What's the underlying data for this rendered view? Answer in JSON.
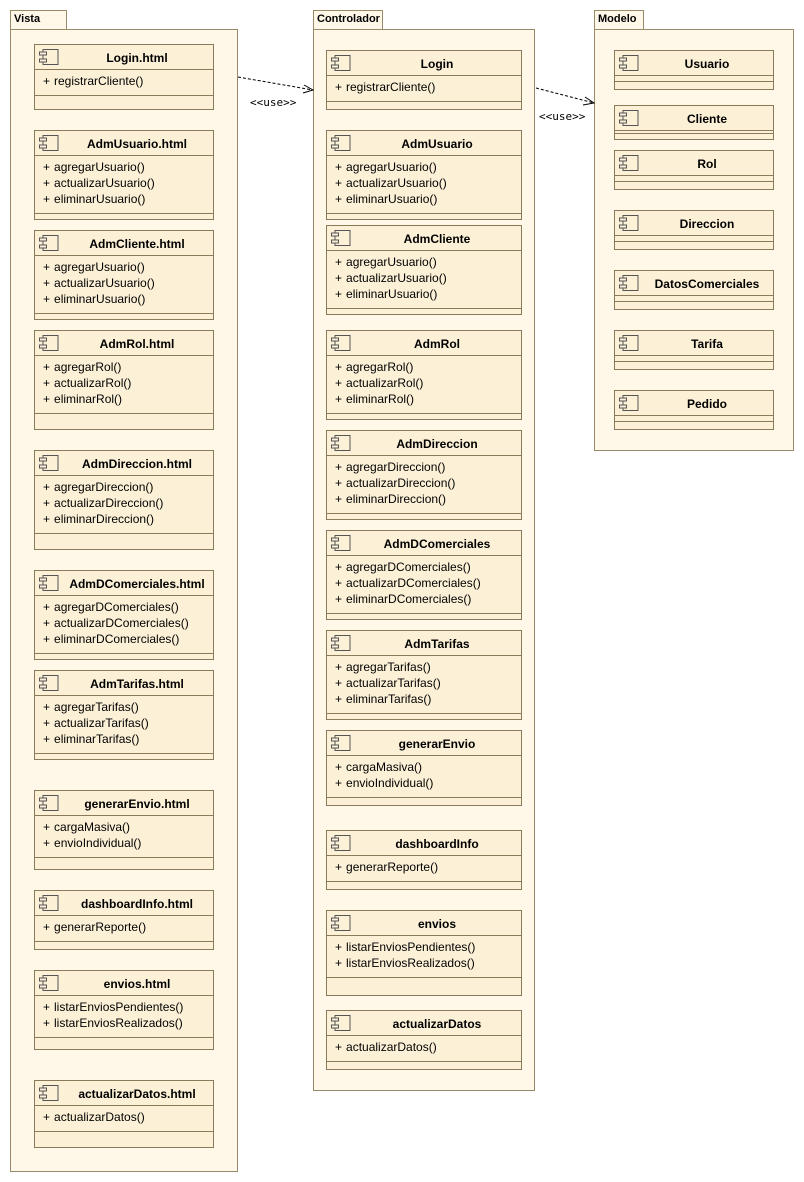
{
  "packages": [
    {
      "name": "Vista",
      "components": [
        {
          "name": "Login.html",
          "operations": [
            "registrarCliente()"
          ]
        },
        {
          "name": "AdmUsuario.html",
          "operations": [
            "agregarUsuario()",
            "actualizarUsuario()",
            "eliminarUsuario()"
          ]
        },
        {
          "name": "AdmCliente.html",
          "operations": [
            "agregarUsuario()",
            "actualizarUsuario()",
            "eliminarUsuario()"
          ]
        },
        {
          "name": "AdmRol.html",
          "operations": [
            "agregarRol()",
            "actualizarRol()",
            "eliminarRol()"
          ]
        },
        {
          "name": "AdmDireccion.html",
          "operations": [
            "agregarDireccion()",
            "actualizarDireccion()",
            "eliminarDireccion()"
          ]
        },
        {
          "name": "AdmDComerciales.html",
          "operations": [
            "agregarDComerciales()",
            "actualizarDComerciales()",
            "eliminarDComerciales()"
          ]
        },
        {
          "name": "AdmTarifas.html",
          "operations": [
            "agregarTarifas()",
            "actualizarTarifas()",
            "eliminarTarifas()"
          ]
        },
        {
          "name": "generarEnvio.html",
          "operations": [
            "cargaMasiva()",
            "envioIndividual()"
          ]
        },
        {
          "name": "dashboardInfo.html",
          "operations": [
            "generarReporte()"
          ]
        },
        {
          "name": "envios.html",
          "operations": [
            "listarEnviosPendientes()",
            "listarEnviosRealizados()"
          ]
        },
        {
          "name": "actualizarDatos.html",
          "operations": [
            "actualizarDatos()"
          ]
        }
      ]
    },
    {
      "name": "Controlador",
      "components": [
        {
          "name": "Login",
          "operations": [
            "registrarCliente()"
          ]
        },
        {
          "name": "AdmUsuario",
          "operations": [
            "agregarUsuario()",
            "actualizarUsuario()",
            "eliminarUsuario()"
          ]
        },
        {
          "name": "AdmCliente",
          "operations": [
            "agregarUsuario()",
            "actualizarUsuario()",
            "eliminarUsuario()"
          ]
        },
        {
          "name": "AdmRol",
          "operations": [
            "agregarRol()",
            "actualizarRol()",
            "eliminarRol()"
          ]
        },
        {
          "name": "AdmDireccion",
          "operations": [
            "agregarDireccion()",
            "actualizarDireccion()",
            "eliminarDireccion()"
          ]
        },
        {
          "name": "AdmDComerciales",
          "operations": [
            "agregarDComerciales()",
            "actualizarDComerciales()",
            "eliminarDComerciales()"
          ]
        },
        {
          "name": "AdmTarifas",
          "operations": [
            "agregarTarifas()",
            "actualizarTarifas()",
            "eliminarTarifas()"
          ]
        },
        {
          "name": "generarEnvio",
          "operations": [
            "cargaMasiva()",
            "envioIndividual()"
          ]
        },
        {
          "name": "dashboardInfo",
          "operations": [
            "generarReporte()"
          ]
        },
        {
          "name": "envios",
          "operations": [
            "listarEnviosPendientes()",
            "listarEnviosRealizados()"
          ]
        },
        {
          "name": "actualizarDatos",
          "operations": [
            "actualizarDatos()"
          ]
        }
      ]
    },
    {
      "name": "Modelo",
      "components": [
        {
          "name": "Usuario",
          "operations": []
        },
        {
          "name": "Cliente",
          "operations": []
        },
        {
          "name": "Rol",
          "operations": []
        },
        {
          "name": "Direccion",
          "operations": []
        },
        {
          "name": "DatosComerciales",
          "operations": []
        },
        {
          "name": "Tarifa",
          "operations": []
        },
        {
          "name": "Pedido",
          "operations": []
        }
      ]
    }
  ],
  "dependencies": [
    {
      "from": "Vista",
      "to": "Controlador",
      "stereotype": "<<use>>"
    },
    {
      "from": "Controlador",
      "to": "Modelo",
      "stereotype": "<<use>>"
    }
  ],
  "operation_prefix": "+"
}
